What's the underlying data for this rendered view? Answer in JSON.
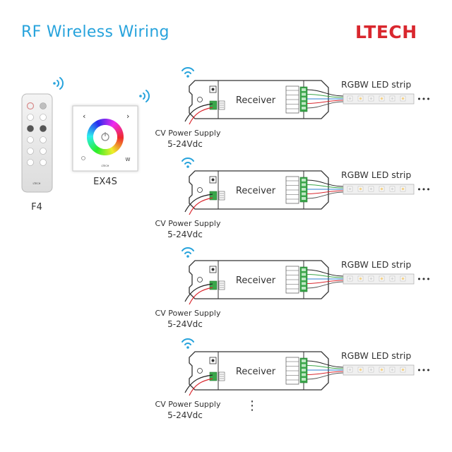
{
  "header": {
    "title": "RF Wireless Wiring",
    "brand": "LTECH"
  },
  "remotes": {
    "f4": {
      "name": "F4",
      "brand_small": "LTECH"
    },
    "ex4s": {
      "name": "EX4S",
      "brand_small": "LTECH",
      "left_key": "‹",
      "right_key": "›",
      "w_key": "W"
    }
  },
  "units": [
    {
      "receiver": "Receiver",
      "strip": "RGBW LED strip",
      "supply": "CV Power Supply",
      "voltage": "5-24Vdc"
    },
    {
      "receiver": "Receiver",
      "strip": "RGBW LED strip",
      "supply": "CV Power Supply",
      "voltage": "5-24Vdc"
    },
    {
      "receiver": "Receiver",
      "strip": "RGBW LED strip",
      "supply": "CV Power Supply",
      "voltage": "5-24Vdc"
    },
    {
      "receiver": "Receiver",
      "strip": "RGBW LED strip",
      "supply": "CV Power Supply",
      "voltage": "5-24Vdc"
    }
  ],
  "continuation": "⋮",
  "strip_more": "•••",
  "colors": {
    "accent": "#27a3dc",
    "brand": "#d9272e",
    "wire_red": "#d9272e",
    "wire_green": "#3aa64a",
    "wire_blue": "#2a7fd0",
    "wire_black": "#222222"
  }
}
